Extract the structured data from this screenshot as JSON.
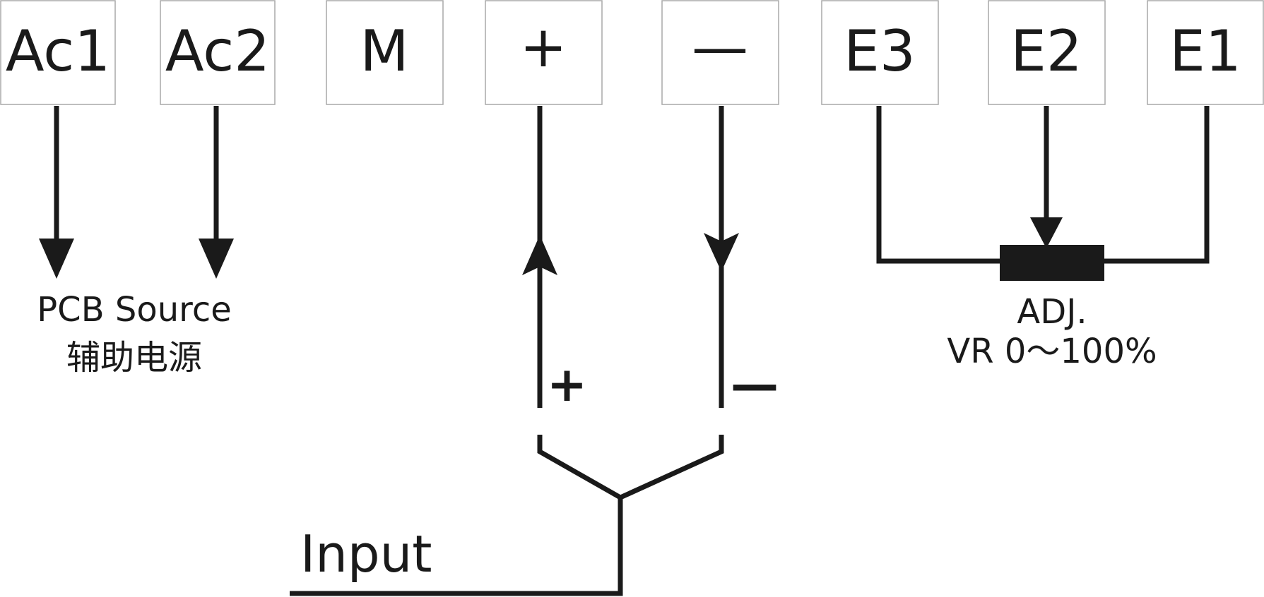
{
  "terminals": [
    {
      "id": "ac1",
      "label": "Ac1"
    },
    {
      "id": "ac2",
      "label": "Ac2"
    },
    {
      "id": "m",
      "label": "M"
    },
    {
      "id": "plus",
      "label": "+"
    },
    {
      "id": "minus",
      "label": "—"
    },
    {
      "id": "e3",
      "label": "E3"
    },
    {
      "id": "e2",
      "label": "E2"
    },
    {
      "id": "e1",
      "label": "E1"
    }
  ],
  "power": {
    "label_en": "PCB Source",
    "label_cn": "辅助电源"
  },
  "adjust": {
    "line1": "ADJ.",
    "line2": "VR 0～100%"
  },
  "input": {
    "label": "Input",
    "plus_sign": "+",
    "minus_sign": "—"
  },
  "colors": {
    "line": "#1a1a1a",
    "box_border": "#a8a8a8"
  }
}
